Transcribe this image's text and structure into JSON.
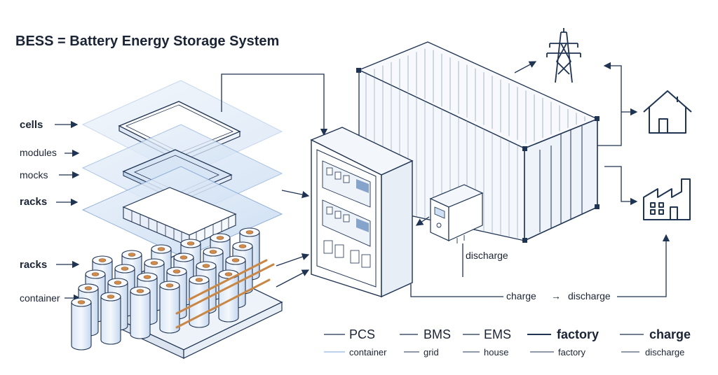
{
  "title": "BESS = Battery Energy Storage System",
  "layer_labels": [
    "cells",
    "modules",
    "mocks",
    "racks",
    "racks",
    "container"
  ],
  "flow_labels": {
    "discharge_small": "discharge",
    "charge": "charge",
    "arrow": "→",
    "discharge": "discharge"
  },
  "legend": {
    "top": [
      "PCS",
      "BMS",
      "EMS",
      "factory",
      "charge"
    ],
    "bottom": [
      "container",
      "grid",
      "house",
      "factory",
      "discharge"
    ]
  },
  "colors": {
    "accent_blue": "#7aa6d8",
    "layer_fill": "#cfe0f4",
    "line": "#1f3352",
    "copper": "#d08a4a"
  },
  "icons": [
    "transmission-tower-icon",
    "house-icon",
    "factory-icon"
  ]
}
